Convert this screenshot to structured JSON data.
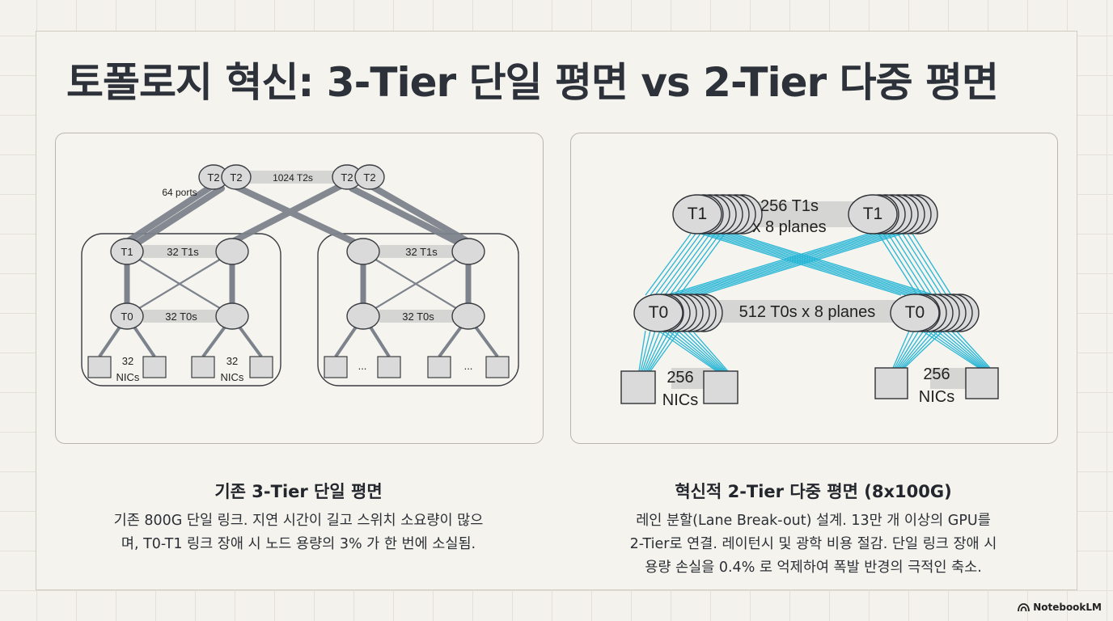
{
  "title": "토폴로지 혁신: 3-Tier 단일 평면 vs 2-Tier 다중 평면",
  "left_diagram": {
    "tier2_node_label": "T2",
    "tier2_count_label": "1024 T2s",
    "ports_label": "64 ports",
    "tier1_node_label": "T1",
    "tier1_count_label": "32 T1s",
    "tier0_node_label": "T0",
    "tier0_count_label": "32 T0s",
    "nic_count": "32",
    "nic_unit": "NICs",
    "ellipsis": "..."
  },
  "right_diagram": {
    "tier1_node_label": "T1",
    "tier1_count_line1": "256 T1s",
    "tier1_count_line2": "x 8 planes",
    "tier0_node_label": "T0",
    "tier0_count_label": "512 T0s x 8 planes",
    "nic_count": "256",
    "nic_unit": "NICs"
  },
  "left_caption": {
    "heading": "기존 3-Tier 단일 평면",
    "line1": "기존 800G 단일 링크. 지연 시간이 길고 스위치 소요량이 많으",
    "line2": "며,  T0-T1 링크 장애 시 노드 용량의 3% 가 한 번에 소실됨."
  },
  "right_caption": {
    "heading": "혁신적 2-Tier 다중 평면 (8x100G)",
    "line1": "레인 분할(Lane Break-out) 설계. 13만 개 이상의 GPU를",
    "line2": "2-Tier로 연결. 레이턴시 및 광학 비용 절감. 단일 링크 장애 시",
    "line3": "용량 손실을 0.4% 로 억제하여 폭발 반경의 극적인 축소."
  },
  "brand": "NotebookLM",
  "colors": {
    "link_gray": "#7d838c",
    "link_cyan": "#27b6d6",
    "node_fill": "#dadada",
    "node_stroke": "#3a3d42"
  }
}
